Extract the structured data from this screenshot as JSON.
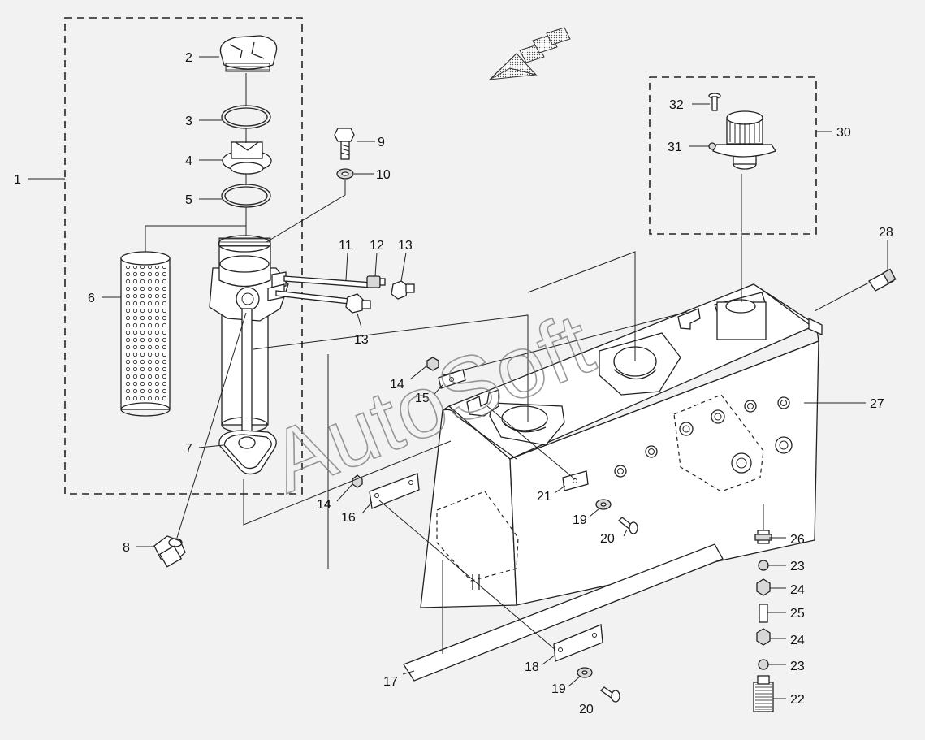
{
  "watermark": "AutoSoft",
  "callouts": {
    "c1": "1",
    "c2": "2",
    "c3": "3",
    "c4": "4",
    "c5": "5",
    "c6": "6",
    "c7": "7",
    "c8": "8",
    "c9": "9",
    "c10": "10",
    "c11": "11",
    "c12": "12",
    "c13a": "13",
    "c13b": "13",
    "c14a": "14",
    "c14b": "14",
    "c15": "15",
    "c16": "16",
    "c17": "17",
    "c18": "18",
    "c19a": "19",
    "c19b": "19",
    "c20a": "20",
    "c20b": "20",
    "c21": "21",
    "c22": "22",
    "c23a": "23",
    "c23b": "23",
    "c24a": "24",
    "c24b": "24",
    "c25": "25",
    "c26": "26",
    "c27": "27",
    "c28": "28",
    "c30": "30",
    "c31": "31",
    "c32": "32"
  },
  "colors": {
    "line": "#222222",
    "background": "#f2f2f2",
    "hatch": "#555555"
  }
}
